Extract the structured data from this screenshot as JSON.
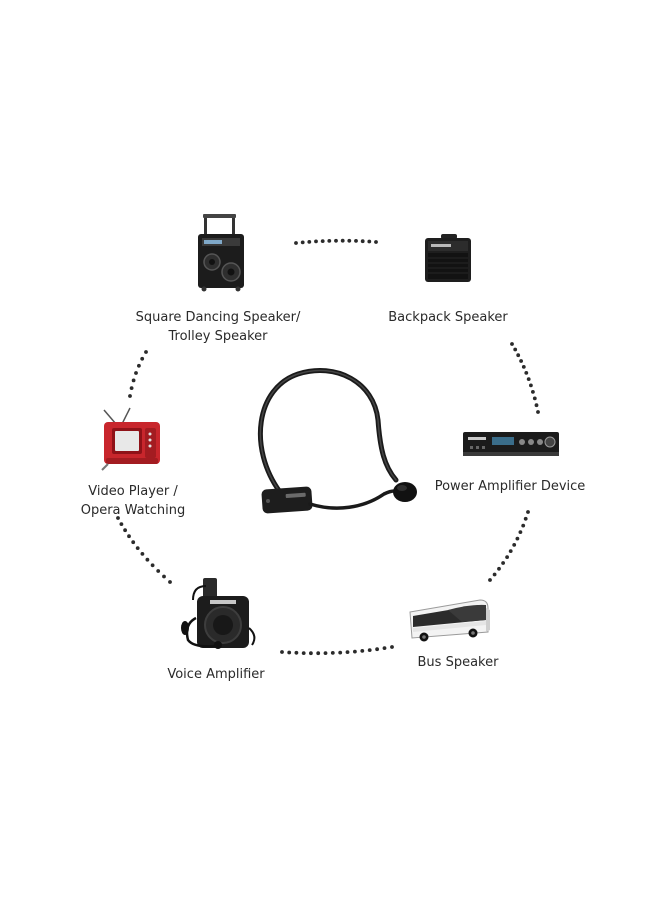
{
  "devices": {
    "trolley_speaker": {
      "line1": "Square Dancing Speaker/",
      "line2": "Trolley Speaker",
      "icon": "trolley-speaker-icon"
    },
    "backpack_speaker": {
      "label": "Backpack Speaker",
      "icon": "guitar-amp-icon"
    },
    "power_amplifier": {
      "label": "Power Amplifier Device",
      "icon": "rack-amplifier-icon"
    },
    "video_player": {
      "line1": "Video Player /",
      "line2": "Opera Watching",
      "icon": "portable-tv-icon"
    },
    "voice_amplifier": {
      "label": "Voice Amplifier",
      "icon": "waist-amplifier-icon"
    },
    "bus_speaker": {
      "label": "Bus Speaker",
      "icon": "bus-icon"
    }
  },
  "center": {
    "icon": "headset-microphone-icon"
  },
  "colors": {
    "dots": "#2b2b2b",
    "text": "#2a2a2a",
    "device_dark": "#1c1c1c",
    "tv_red": "#c8262c"
  }
}
